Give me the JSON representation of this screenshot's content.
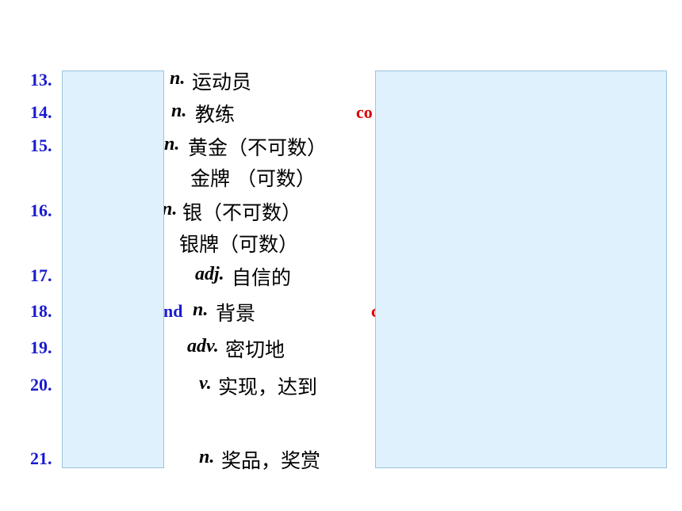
{
  "rows": [
    {
      "num": "13.",
      "pos": "n.",
      "cn": "运动员"
    },
    {
      "num": "14.",
      "pos": "n.",
      "cn": "教练",
      "red": "co"
    },
    {
      "num": "15.",
      "pos": "n.",
      "cn": "黄金（不可数）"
    },
    {
      "cn": "金牌 （可数）"
    },
    {
      "num": "16.",
      "pos": "n.",
      "cn": "银（不可数）"
    },
    {
      "cn": "银牌（可数）"
    },
    {
      "num": "17.",
      "pos": "adj.",
      "cn": "自信的"
    },
    {
      "num": "18.",
      "blue": "nd",
      "pos": "n.",
      "cn": "背景",
      "red": "c"
    },
    {
      "num": "19.",
      "pos": "adv.",
      "cn": "密切地"
    },
    {
      "num": "20.",
      "pos": "v.",
      "cn": "实现，达到"
    },
    {
      "num": "21.",
      "pos": "n.",
      "cn": "奖品，奖赏"
    }
  ],
  "colors": {
    "number": "#1a1ad0",
    "red_fragment": "#e00000",
    "cover_fill": "#dff1fc",
    "cover_border": "#9cc3dc"
  }
}
